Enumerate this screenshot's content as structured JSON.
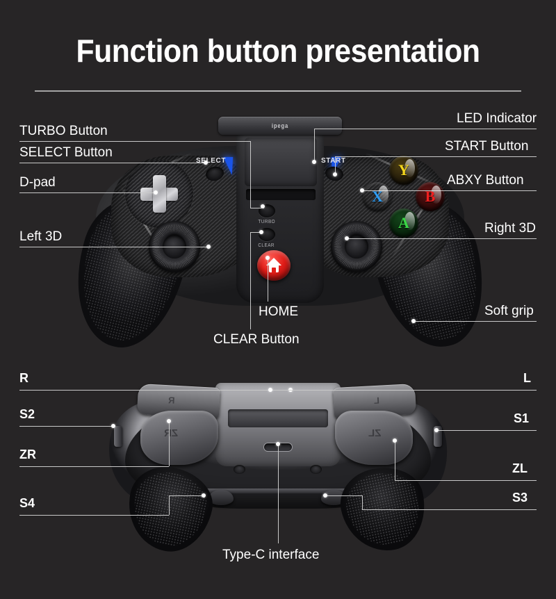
{
  "page": {
    "title": "Function button presentation",
    "background_color": "#272526",
    "text_color": "#ffffff",
    "accent_blue": "#1a54e8",
    "accent_red": "#e01d18"
  },
  "front_view": {
    "labels_left": [
      {
        "id": "turbo",
        "text": "TURBO Button"
      },
      {
        "id": "select",
        "text": "SELECT Button"
      },
      {
        "id": "dpad",
        "text": "D-pad"
      },
      {
        "id": "left3d",
        "text": "Left 3D"
      }
    ],
    "labels_right": [
      {
        "id": "led",
        "text": "LED Indicator"
      },
      {
        "id": "start",
        "text": "START Button"
      },
      {
        "id": "abxy",
        "text": "ABXY Button"
      },
      {
        "id": "right3d",
        "text": "Right 3D"
      },
      {
        "id": "grip",
        "text": "Soft grip"
      }
    ],
    "labels_center": [
      {
        "id": "home",
        "text": "HOME"
      },
      {
        "id": "clear",
        "text": "CLEAR Button"
      }
    ],
    "printed_markings": {
      "select": "SELECT",
      "start": "START",
      "turbo": "TURBO",
      "clear": "CLEAR"
    },
    "face_buttons": [
      {
        "id": "y",
        "glyph": "Y",
        "color": "#f2d41d"
      },
      {
        "id": "x",
        "glyph": "X",
        "color": "#2f9bf0"
      },
      {
        "id": "b",
        "glyph": "B",
        "color": "#f01f1f"
      },
      {
        "id": "a",
        "glyph": "A",
        "color": "#3ad646"
      }
    ],
    "home_button": {
      "icon": "home-icon",
      "color": "#e01d18"
    }
  },
  "rear_view": {
    "labels_left": [
      {
        "id": "r",
        "text": "R"
      },
      {
        "id": "s2",
        "text": "S2"
      },
      {
        "id": "zr",
        "text": "ZR"
      },
      {
        "id": "s4",
        "text": "S4"
      }
    ],
    "labels_right": [
      {
        "id": "l",
        "text": "L"
      },
      {
        "id": "s1",
        "text": "S1"
      },
      {
        "id": "zl",
        "text": "ZL"
      },
      {
        "id": "s3",
        "text": "S3"
      }
    ],
    "labels_center": [
      {
        "id": "typec",
        "text": "Type-C interface"
      }
    ],
    "printed_markings": {
      "r": "R",
      "l": "L",
      "zr": "ZR",
      "zl": "ZL"
    }
  }
}
